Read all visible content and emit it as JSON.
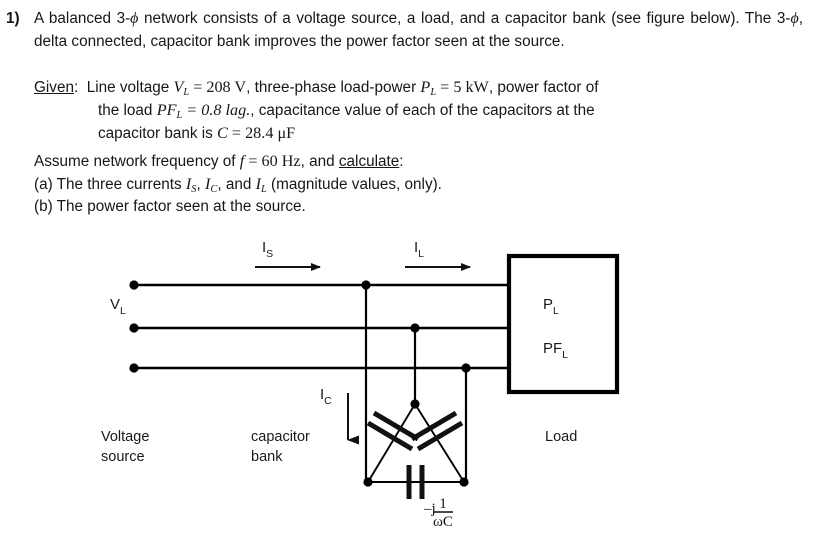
{
  "problem": {
    "number": "1)",
    "statement_part1": "A balanced 3-",
    "phi": "ϕ",
    "statement_part2": " network consists of a voltage source, a load, and a capacitor bank (see figure below). The 3-",
    "statement_part3": ", delta connected, capacitor bank improves the power factor seen at the source.",
    "given_label": "Given",
    "given_colon": ":",
    "given_text_1": "Line voltage ",
    "given_V_symbol": "V",
    "given_V_sub": "L",
    "given_V_value": " = 208 V",
    "given_text_2": ", three-phase load-power ",
    "given_P_symbol": "P",
    "given_P_sub": "L",
    "given_P_value": " = 5  kW",
    "given_text_3": ", power factor of",
    "given_line2_a": "the load ",
    "given_PF_symbol": "PF",
    "given_PF_sub": "L",
    "given_PF_value": " = 0.8 lag.",
    "given_line2_b": ", capacitance value of each of the capacitors at the",
    "given_line3_a": "capacitor bank is ",
    "given_C_symbol": "C",
    "given_C_value": " = 28.4 μF",
    "assume_a": "Assume network frequency of ",
    "assume_f": "f",
    "assume_f_value": " = 60 Hz",
    "assume_b": ", and ",
    "calculate_word": "calculate",
    "assume_c": ":",
    "item_a_prefix": "(a) The three currents ",
    "item_a_I1": "I",
    "item_a_I1_sub": "S",
    "item_a_sep1": ", ",
    "item_a_I2": "I",
    "item_a_I2_sub": "C",
    "item_a_sep2": ", and ",
    "item_a_I3": "I",
    "item_a_I3_sub": "L",
    "item_a_suffix": " (magnitude values, only).",
    "item_b": "(b) The power factor seen at the source."
  },
  "figure": {
    "source_voltage_label": "V",
    "source_voltage_sub": "L",
    "current_source_label": "I",
    "current_source_sub": "S",
    "current_load_label": "I",
    "current_load_sub": "L",
    "current_cap_label": "I",
    "current_cap_sub": "C",
    "load_power_label": "P",
    "load_power_sub": "L",
    "load_pf_label": "PF",
    "load_pf_sub": "L",
    "caption_source_line1": "Voltage",
    "caption_source_line2": "source",
    "caption_cap_line1": "capacitor",
    "caption_cap_line2": "bank",
    "caption_load": "Load",
    "impedance_prefix": "–j",
    "impedance_numerator": "1",
    "impedance_denominator": "ωC"
  },
  "colors": {
    "ink": "#1a1a1a",
    "line": "#000000",
    "background": "#ffffff"
  }
}
